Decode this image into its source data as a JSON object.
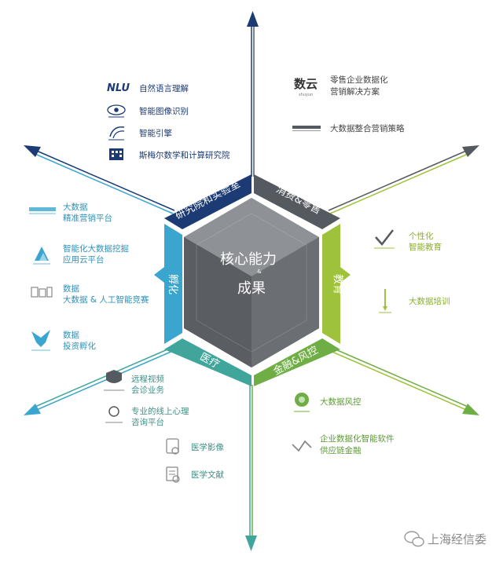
{
  "center": {
    "title": "核心能力",
    "amp": "&",
    "subtitle": "成果"
  },
  "segments": {
    "research": {
      "label": "研究院和实验室",
      "color": "#1c3b75",
      "items": [
        {
          "icon": "nlu-logo",
          "logo_text": "NLU",
          "lines": [
            "自然语言理解"
          ]
        },
        {
          "icon": "eye-icon",
          "lines": [
            "智能图像识别"
          ]
        },
        {
          "icon": "smart-engine-icon",
          "lines": [
            "智能引擎"
          ]
        },
        {
          "icon": "institute-building-icon",
          "lines": [
            "斯梅尔数学和计算研究院"
          ]
        }
      ]
    },
    "retail": {
      "label": "消费&零售",
      "color": "#555a61",
      "items": [
        {
          "icon": "shuyun-logo",
          "logo_text": "数云",
          "logo_sub": "shuyun",
          "lines": [
            "零售企业数据化",
            "营销解决方案"
          ]
        },
        {
          "icon": "small-logo",
          "lines": [
            "大数据整合营销策略"
          ]
        }
      ]
    },
    "education": {
      "label": "教育",
      "color": "#9fc23c",
      "items": [
        {
          "icon": "checkmark-icon",
          "lines": [
            "个性化",
            "智能教育"
          ]
        },
        {
          "icon": "pen-icon",
          "lines": [
            "大数据培训"
          ]
        }
      ]
    },
    "finance": {
      "label": "金融&风控",
      "color": "#6fae45",
      "items": [
        {
          "icon": "globe-logo",
          "lines": [
            "大数据风控"
          ]
        },
        {
          "icon": "infinity-logo",
          "lines": [
            "企业数据化智能软件",
            "供应链金融"
          ]
        }
      ]
    },
    "medical": {
      "label": "医疗",
      "color": "#40a69b",
      "items": [
        {
          "icon": "shield-logo",
          "lines": [
            "远程视频",
            "会诊业务"
          ]
        },
        {
          "icon": "person-logo",
          "lines": [
            "专业的线上心理",
            "咨询平台"
          ]
        },
        {
          "icon": "medical-image-icon",
          "lines": [
            "医学影像"
          ]
        },
        {
          "icon": "medical-doc-icon",
          "lines": [
            "医学文献"
          ]
        }
      ]
    },
    "incubation": {
      "label": "孵化",
      "color": "#3aa6cf",
      "items": [
        {
          "icon": "brand-logo-1",
          "lines": [
            "大数据",
            "精准营销平台"
          ]
        },
        {
          "icon": "mountain-logo",
          "lines": [
            "智能化大数据挖掘",
            "应用云平台"
          ]
        },
        {
          "icon": "data-logo",
          "lines": [
            "数据",
            "大数据 & 人工智能竞赛"
          ]
        },
        {
          "icon": "eagle-logo",
          "lines": [
            "数据",
            "投资孵化"
          ]
        }
      ]
    }
  },
  "watermark": {
    "text": "上海经信委",
    "icon": "wechat-icon"
  },
  "colors": {
    "navy": "#1c3b75",
    "gray": "#555a61",
    "lime": "#9fc23c",
    "green": "#6fae45",
    "teal": "#40a69b",
    "cyan": "#3aa6cf",
    "hex_dark": "#5a5d62",
    "hex_light": "#8e9196"
  }
}
